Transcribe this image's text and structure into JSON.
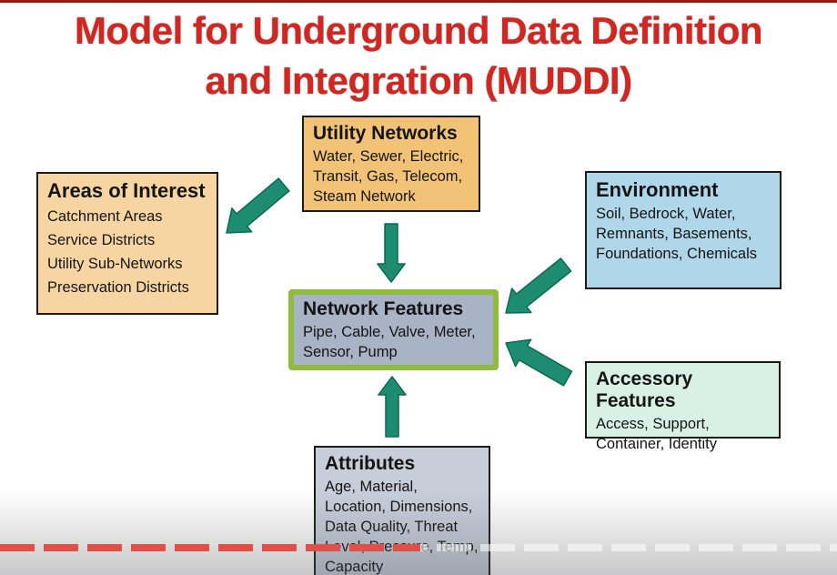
{
  "title": {
    "line1": "Model for Underground Data Definition",
    "line2": "and Integration (MUDDI)"
  },
  "nodes": {
    "utility_networks": {
      "heading": "Utility Networks",
      "body": "Water, Sewer, Electric,\nTransit, Gas, Telecom,\nSteam Network"
    },
    "areas_of_interest": {
      "heading": "Areas of Interest",
      "body": "Catchment Areas\nService Districts\nUtility Sub-Networks\nPreservation Districts"
    },
    "environment": {
      "heading": "Environment",
      "body": "Soil, Bedrock, Water,\nRemnants, Basements,\nFoundations, Chemicals"
    },
    "network_features": {
      "heading": "Network Features",
      "body": "Pipe, Cable, Valve, Meter,\nSensor, Pump"
    },
    "accessory_features": {
      "heading": "Accessory Features",
      "body": "Access, Support,\nContainer, Identity"
    },
    "attributes": {
      "heading": "Attributes",
      "body": "Age, Material,\nLocation, Dimensions,\nData Quality, Threat\nLevel, Pressure, Temp,\nCapacity"
    }
  },
  "edges": [
    {
      "from": "utility-networks",
      "to": "areas-of-interest"
    },
    {
      "from": "utility-networks",
      "to": "network-features"
    },
    {
      "from": "environment",
      "to": "network-features"
    },
    {
      "from": "accessory-features",
      "to": "network-features"
    },
    {
      "from": "attributes",
      "to": "network-features"
    }
  ],
  "palette": {
    "title_red": "#cf2722",
    "top_rule_red": "#9b1c12",
    "arrow_teal": "#1e8c71",
    "arrow_outline": "#0a6a52",
    "utility_fill": "#f2c377",
    "areas_fill": "#f6d5a2",
    "environment_fill": "#afd7e9",
    "network_fill": "#a9b3c6",
    "network_border_green": "#8fbc3f",
    "accessory_fill": "#d9f0e5",
    "attributes_fill": "#c7ceda",
    "box_border": "#1a1a1a",
    "progress_played_red": "#e0504b"
  }
}
